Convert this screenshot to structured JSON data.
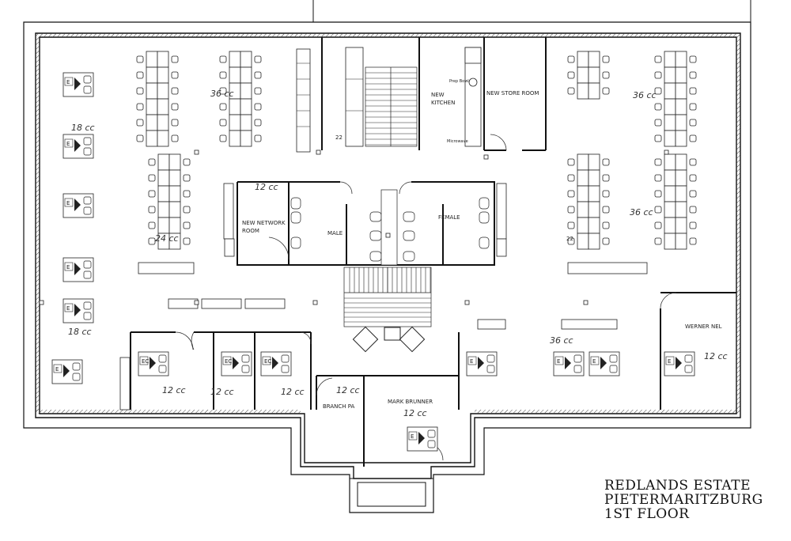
{
  "title_block": {
    "line1": "REDLANDS ESTATE",
    "line2": "PIETERMARITZBURG",
    "line3": "1ST FLOOR"
  },
  "rooms": {
    "new_kitchen": [
      "NEW",
      "KITCHEN"
    ],
    "new_store_room": "NEW STORE ROOM",
    "prep_bowl": "Prep Bowl",
    "microwave": "Microwave",
    "new_network_room": [
      "NEW NETWORK",
      "ROOM"
    ],
    "male": "MALE",
    "female": "FEMALE",
    "werner_nel": "WERNER NEL",
    "branch_pa": "BRANCH PA",
    "mark_brunner": "MARK BRUNNER"
  },
  "annotations": {
    "cc36_a": "36 cc",
    "cc36_b": "36 cc",
    "cc36_c": "36 cc",
    "cc36_d": "36 cc",
    "cc18_a": "18 cc",
    "cc18_b": "18 cc",
    "cc24": "24 cc",
    "cc12_network": "12 cc",
    "cc12_a": "12 cc",
    "cc12_b": "12 cc",
    "cc12_c": "12 cc",
    "cc12_pa": "12 cc",
    "cc12_mark": "12 cc",
    "cc12_werner": "12 cc"
  },
  "labels": {
    "e": "E",
    "ec": "EC",
    "n22": "22"
  }
}
